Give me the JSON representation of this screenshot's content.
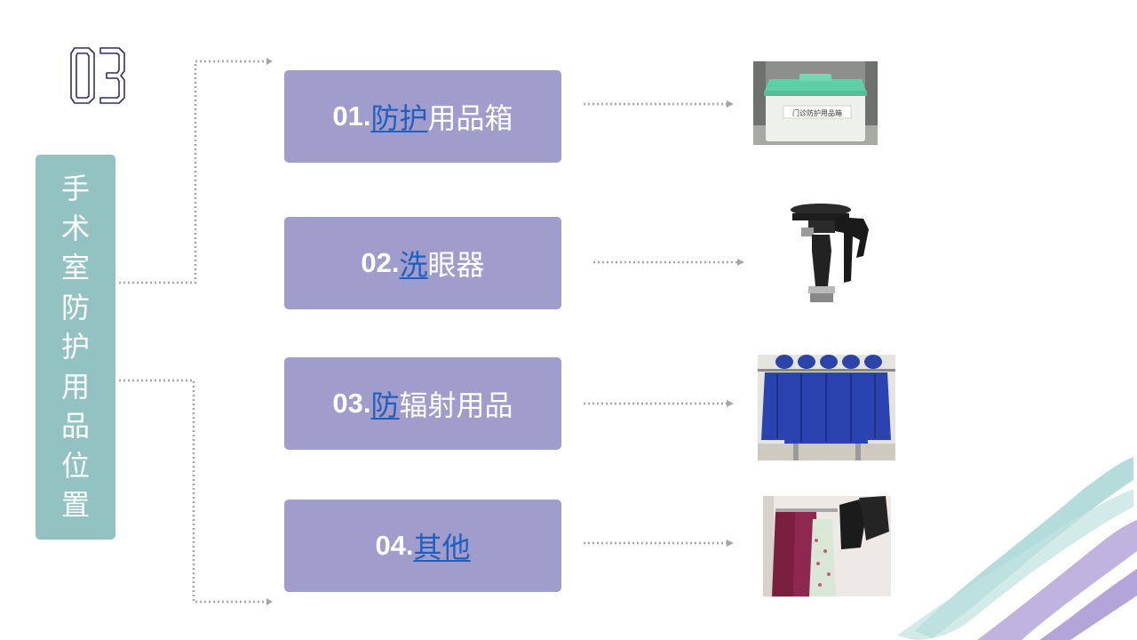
{
  "section_number": "03",
  "sidebar": {
    "title": "手术室防护用品位置",
    "chars": [
      "手",
      "术",
      "室",
      "防",
      "护",
      "用",
      "品",
      "位",
      "置"
    ]
  },
  "items": [
    {
      "number": "01.",
      "link": "防护",
      "rest": "用品箱",
      "photo": "protective-supplies-box"
    },
    {
      "number": "02.",
      "link": "洗",
      "rest": "眼器",
      "photo": "eyewash-station"
    },
    {
      "number": "03.",
      "link": "防",
      "rest": "辐射用品",
      "photo": "radiation-protection-aprons"
    },
    {
      "number": "04.",
      "link": "其他",
      "rest": "",
      "photo": "hanging-gowns-and-bags"
    }
  ],
  "photo_labels": {
    "box_label": "门诊防护用品箱"
  },
  "colors": {
    "sidebar": "#93c2c3",
    "item_box": "#a09ccb",
    "link": "#1f5fbf",
    "number_outline": "#2e2f6e",
    "connector": "#a6a6a6"
  }
}
